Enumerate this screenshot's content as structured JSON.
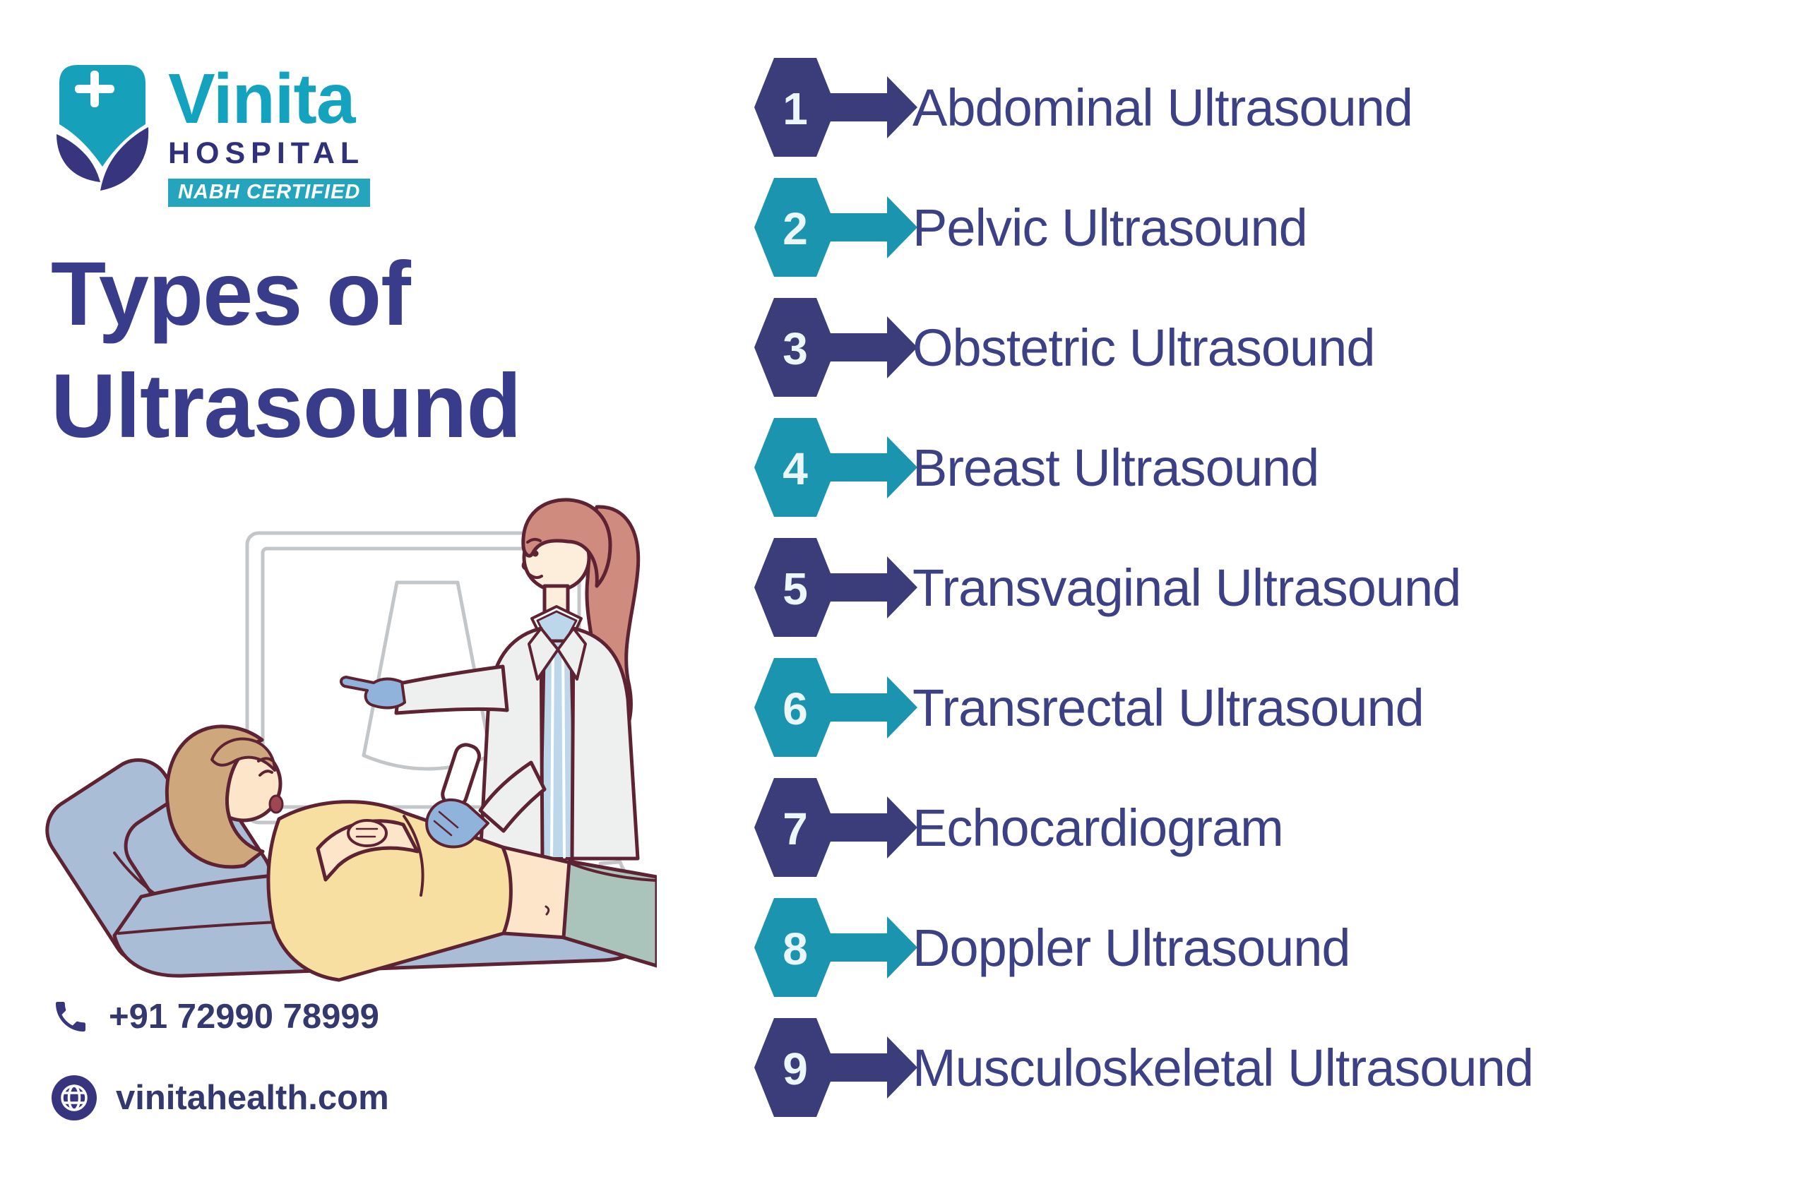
{
  "brand": {
    "name": "Vinita",
    "subtitle": "HOSPITAL",
    "badge": "NABH CERTIFIED",
    "logo_icon": "hospital-shield-cross-icon"
  },
  "title": {
    "line1": "Types of",
    "line2": "Ultrasound"
  },
  "list": {
    "items": [
      {
        "number": "1",
        "label": "Abdominal Ultrasound",
        "variant": "navy"
      },
      {
        "number": "2",
        "label": "Pelvic Ultrasound",
        "variant": "teal"
      },
      {
        "number": "3",
        "label": "Obstetric Ultrasound",
        "variant": "navy"
      },
      {
        "number": "4",
        "label": "Breast Ultrasound",
        "variant": "teal"
      },
      {
        "number": "5",
        "label": "Transvaginal Ultrasound",
        "variant": "navy"
      },
      {
        "number": "6",
        "label": "Transrectal Ultrasound",
        "variant": "teal"
      },
      {
        "number": "7",
        "label": "Echocardiogram",
        "variant": "navy"
      },
      {
        "number": "8",
        "label": "Doppler Ultrasound",
        "variant": "teal"
      },
      {
        "number": "9",
        "label": "Musculoskeletal Ultrasound",
        "variant": "navy"
      }
    ]
  },
  "contact": {
    "phone": "+91 72990 78999",
    "phone_icon": "phone-icon",
    "website": "vinitahealth.com",
    "website_icon": "globe-icon"
  },
  "illustration": {
    "icon": "ultrasound-exam-illustration"
  },
  "colors": {
    "navy": "#3a3d7a",
    "teal": "#1b95af",
    "title": "#383c8a",
    "list_text": "#3c4084",
    "logo_teal": "#14a3be",
    "logo_navy": "#2f327a",
    "badge_teal": "#25a5bd",
    "contact_text": "#33386f"
  }
}
